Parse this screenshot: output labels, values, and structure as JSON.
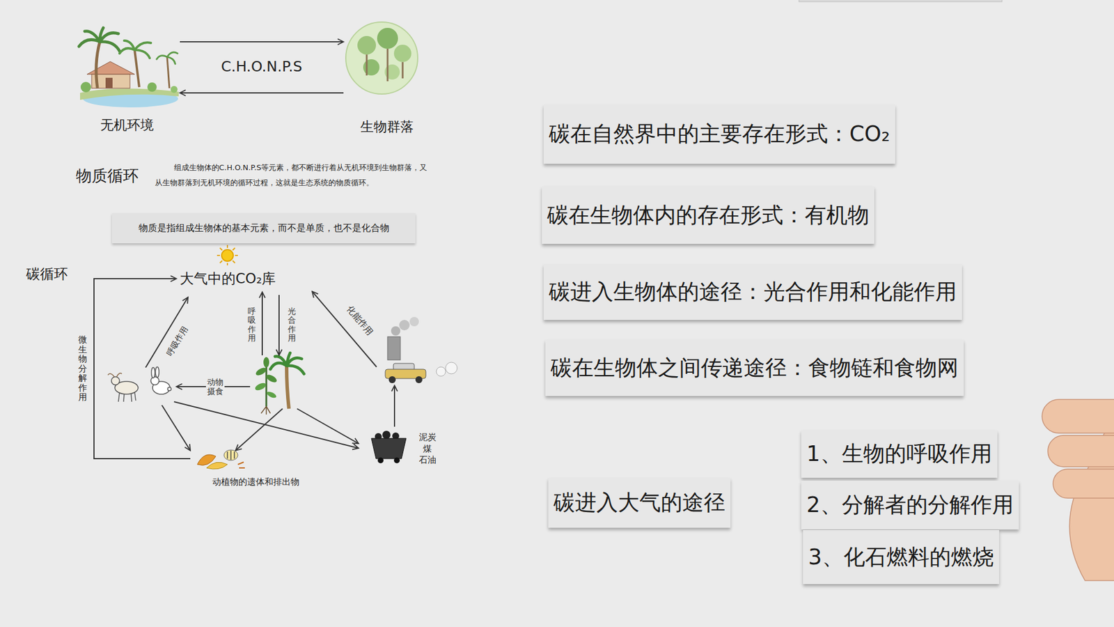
{
  "diagram": {
    "nodes": [
      {
        "text": [
          "无机环境"
        ]
      },
      {
        "text": [
          "生物群落"
        ]
      },
      {
        "text": [
          "物质是指组成生物体的基本元素，而不是单质，也不是化合物"
        ]
      },
      {
        "text": [
          "大气中的CO₂库"
        ]
      },
      {
        "text": [
          "动植物的遗体和排出物"
        ]
      },
      {
        "text": [
          "泥炭 煤 石油"
        ]
      },
      {
        "text": [
          "碳在自然界中的主要存在形式：CO₂"
        ]
      },
      {
        "text": [
          "碳在生物体内的存在形式：有机物"
        ]
      },
      {
        "text": [
          "碳进入生物体的途径：光合作用和化能作用"
        ]
      },
      {
        "text": [
          "碳在生物体之间传递途径：食物链和食物网"
        ]
      },
      {
        "text": [
          "碳进入大气的途径"
        ]
      },
      {
        "text": [
          "1、生物的呼吸作用"
        ]
      },
      {
        "text": [
          "2、分解者的分解作用"
        ]
      },
      {
        "text": [
          "3、化石燃料的燃烧"
        ]
      }
    ],
    "edges": [
      {
        "from": 0,
        "to": 1,
        "arrow": "to",
        "label": "C.H.O.N.P.S"
      },
      {
        "from": 1,
        "to": 0,
        "arrow": "to"
      },
      {
        "from": 4,
        "to": 3,
        "arrow": "to",
        "label": "微生物分解作用"
      }
    ],
    "labels": [
      "物质循环",
      "组成生物体的C.H.O.N.P.S等元素，都不断进行着从无机环境到生物群落，又从生物群落到无机环境的循环过程，这就是生态系统的物质循环。",
      "碳循环",
      "呼吸作用",
      "光合作用",
      "化能作用",
      "呼吸作用",
      "动物摄食"
    ]
  }
}
